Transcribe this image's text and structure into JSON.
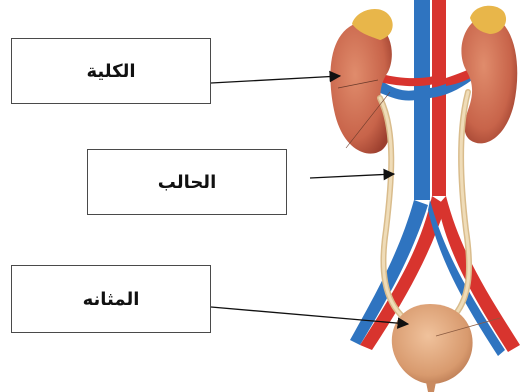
{
  "labels": {
    "kidney": "الكلية",
    "ureter": "الحالب",
    "bladder": "المثانه"
  },
  "colors": {
    "kidney": "#c8644a",
    "adrenal": "#e8b64a",
    "artery": "#d8342e",
    "vein": "#2f74c0",
    "ureter": "#e6cfa6",
    "bladder": "#d89a6e",
    "arrow": "#111111"
  },
  "icons": {
    "arrowhead": "arrow-right-icon"
  }
}
